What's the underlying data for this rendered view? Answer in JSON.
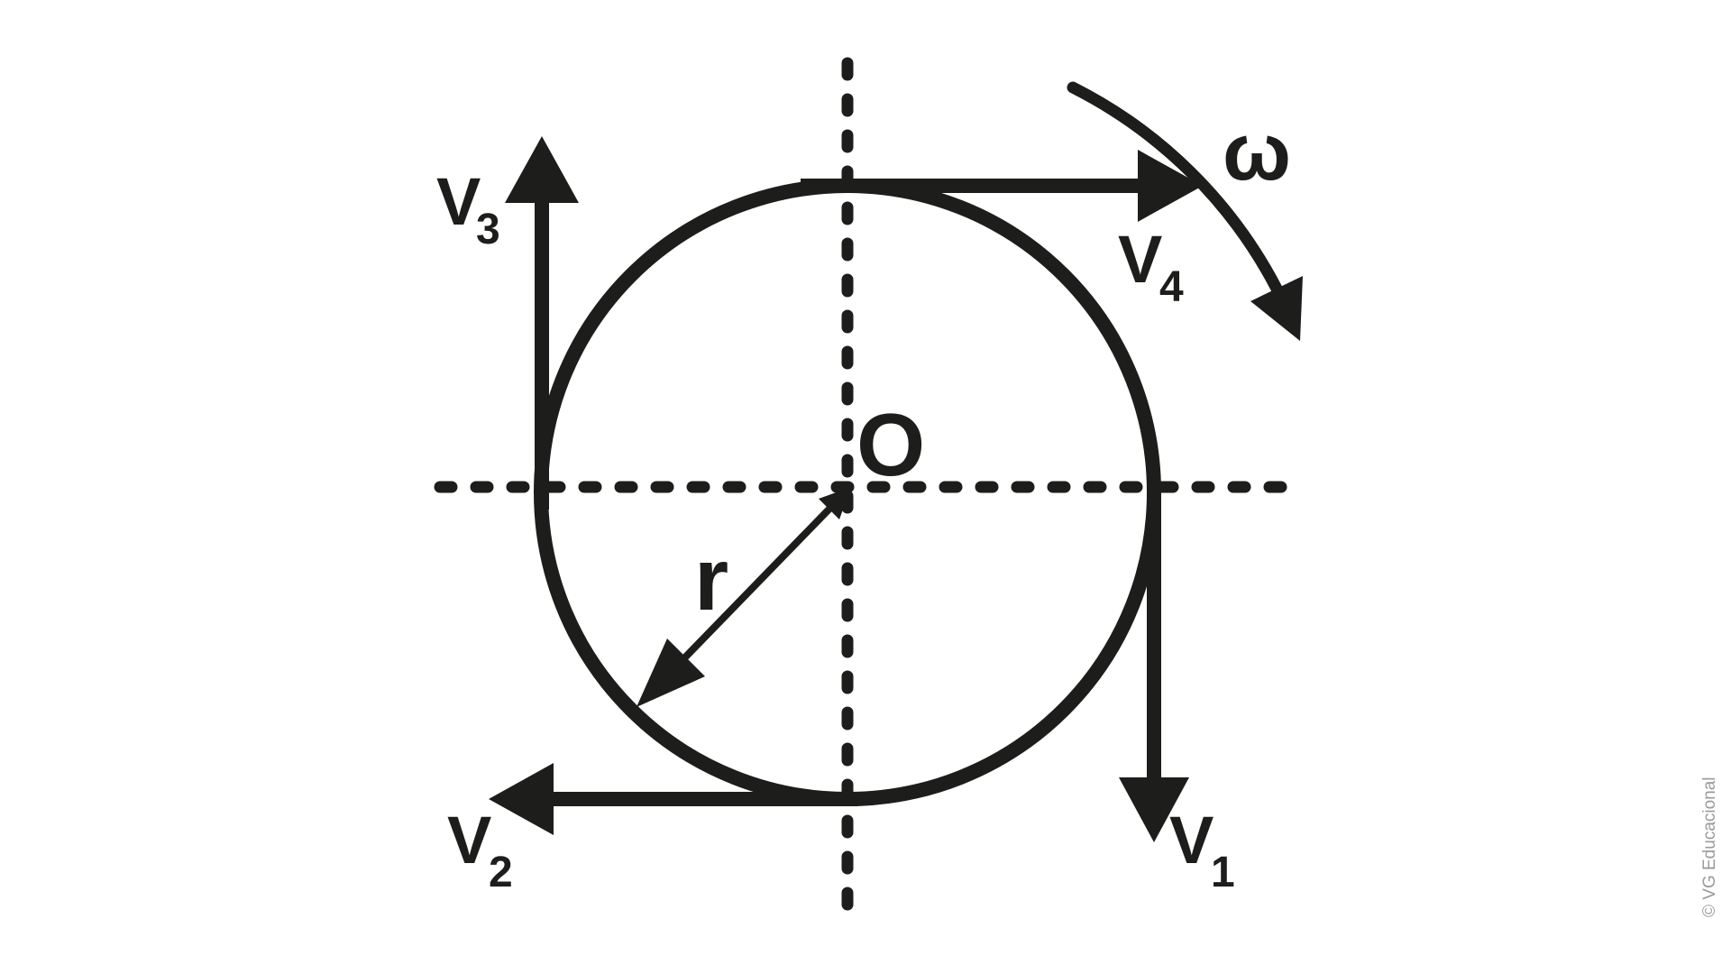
{
  "diagram": {
    "type": "physics-uniform-circular-motion",
    "labels": {
      "center": "O",
      "radius": "r",
      "omega": "ω",
      "v1_main": "V",
      "v1_sub": "1",
      "v2_main": "V",
      "v2_sub": "2",
      "v3_main": "V",
      "v3_sub": "3",
      "v4_main": "V",
      "v4_sub": "4"
    },
    "watermark": "© VG Educacional",
    "colors": {
      "ink": "#1d1d1b",
      "watermark": "#9a9a98",
      "background": "#ffffff"
    }
  }
}
